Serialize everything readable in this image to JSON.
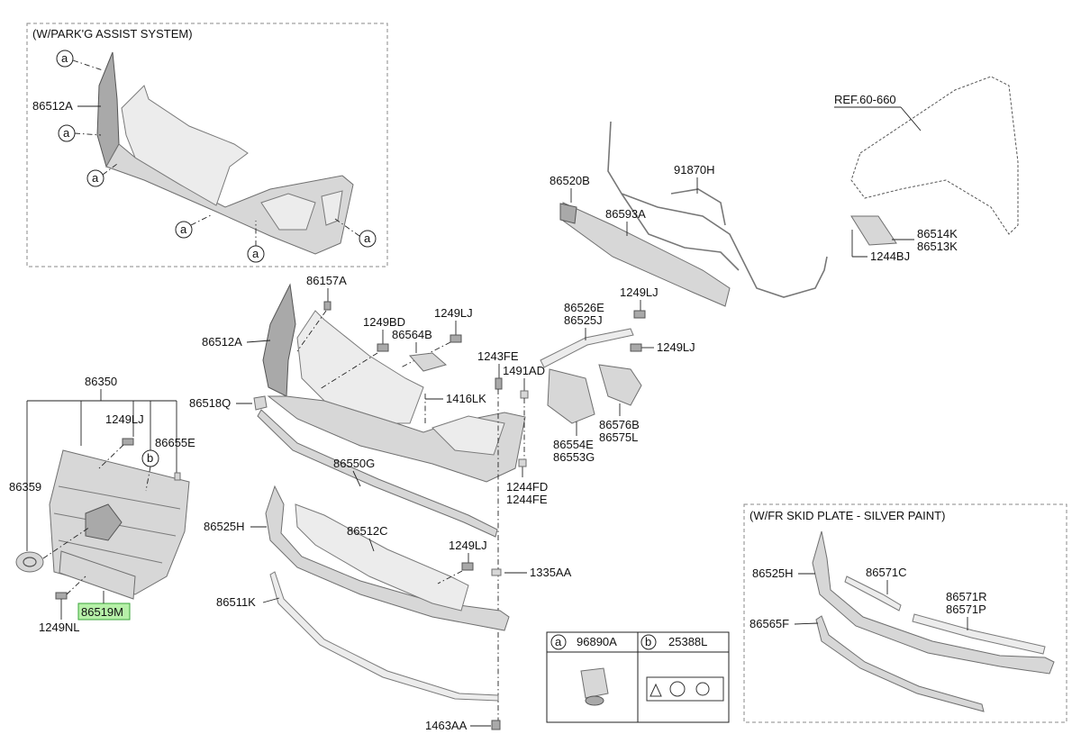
{
  "boxes": {
    "park_assist_title": "(W/PARK'G ASSIST SYSTEM)",
    "skid_plate_title": "(W/FR SKID PLATE - SILVER PAINT)"
  },
  "ref_callouts": [
    "a",
    "b"
  ],
  "legend": {
    "a_label": "a",
    "a_part": "96890A",
    "b_label": "b",
    "b_part": "25388L"
  },
  "labels": {
    "p86512A_top": "86512A",
    "p86512A": "86512A",
    "p86157A": "86157A",
    "p1249BD": "1249BD",
    "p1249LJ_a": "1249LJ",
    "p86564B": "86564B",
    "p1243FE": "1243FE",
    "p1491AD": "1491AD",
    "p1416LK": "1416LK",
    "p86518Q": "86518Q",
    "p86550G": "86550G",
    "p1244FD": "1244FD",
    "p1244FE": "1244FE",
    "p86525H": "86525H",
    "p86512C": "86512C",
    "p1249LJ_b": "1249LJ",
    "p1335AA": "1335AA",
    "p86511K": "86511K",
    "p1463AA": "1463AA",
    "p86350": "86350",
    "p1249LJ_c": "1249LJ",
    "p86655E": "86655E",
    "p86359": "86359",
    "p1249NL": "1249NL",
    "p86519M": "86519M",
    "p86520B": "86520B",
    "p86593A": "86593A",
    "p91870H": "91870H",
    "pREF": "REF.60-660",
    "p86514K": "86514K",
    "p86513K": "86513K",
    "p1244BJ": "1244BJ",
    "p86526E": "86526E",
    "p86525J": "86525J",
    "p1249LJ_d": "1249LJ",
    "p1249LJ_e": "1249LJ",
    "p86554E": "86554E",
    "p86553G": "86553G",
    "p86576B": "86576B",
    "p86575L": "86575L",
    "p86525H_skid": "86525H",
    "p86571C": "86571C",
    "p86571R": "86571R",
    "p86571P": "86571P",
    "p86565F": "86565F"
  },
  "highlight": {
    "part": "86519M",
    "color": "#b6f0a8"
  }
}
